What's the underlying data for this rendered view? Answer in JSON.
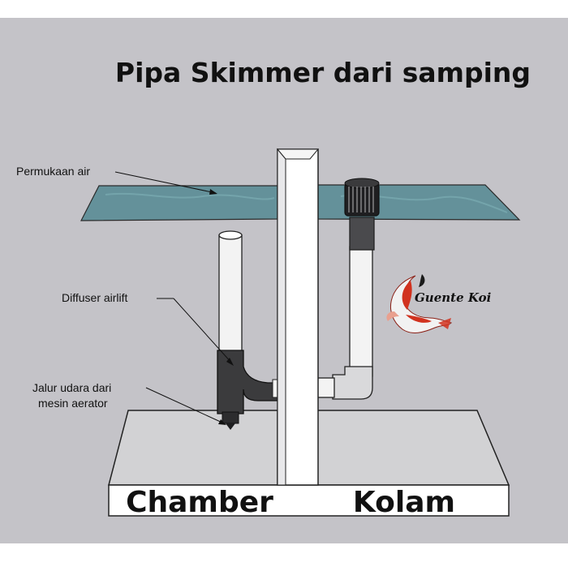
{
  "title": "Pipa Skimmer dari samping",
  "annotations": {
    "water_surface": "Permukaan air",
    "diffuser": "Diffuser airlift",
    "air_line_1": "Jalur udara dari",
    "air_line_2": "mesin aerator"
  },
  "base_labels": {
    "left": "Chamber",
    "right": "Kolam"
  },
  "logo": {
    "text": "Guente Koi",
    "icon": "koi-fish-icon"
  },
  "colors": {
    "canvas": "#c4c3c8",
    "water": "#5f8f98",
    "wall": "#ffffff",
    "pipe_white": "#f3f3f3",
    "fitting_dark": "#3b3b3d",
    "fitting_grey": "#d9d9db",
    "outline": "#1a1a1a"
  }
}
